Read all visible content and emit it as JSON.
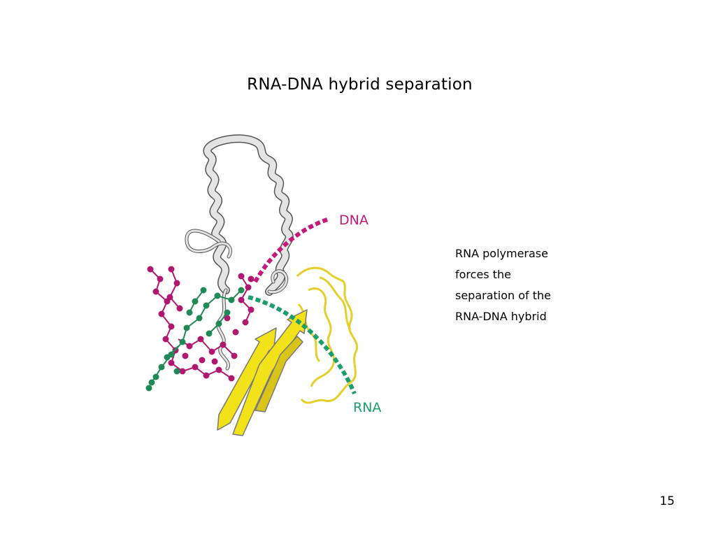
{
  "slide": {
    "title": "RNA-DNA hybrid separation",
    "page_number": "15"
  },
  "figure": {
    "labels": {
      "dna": "DNA",
      "rna": "RNA"
    },
    "colors": {
      "dna": "#c2197a",
      "rna": "#1b9e6b",
      "dna_strands": "#b0186f",
      "rna_strands": "#1f8a55",
      "helix_ribbon": "#e4e4e4",
      "helix_outline": "#555555",
      "sheet": "#f2e21a",
      "loops": "#e6cf2b"
    }
  },
  "caption": {
    "lines": [
      "RNA polymerase",
      "forces the",
      "separation of the",
      "RNA-DNA hybrid"
    ]
  }
}
